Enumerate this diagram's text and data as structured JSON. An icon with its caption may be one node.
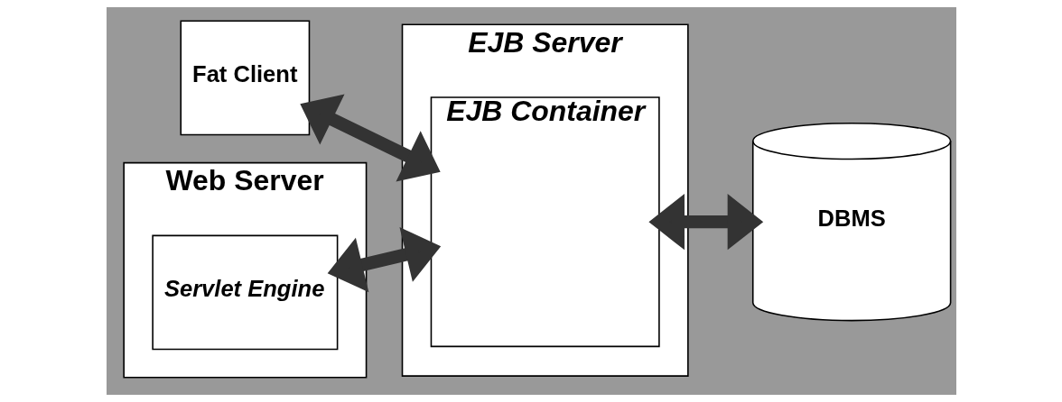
{
  "diagram": {
    "nodes": [
      {
        "text": [
          "EJB Server"
        ]
      },
      {
        "text": [
          "EJB Container"
        ],
        "in": 0
      },
      {
        "text": [
          "Fat Client"
        ]
      },
      {
        "text": [
          "Web Server"
        ]
      },
      {
        "text": [
          "Servlet Engine"
        ],
        "in": 3
      },
      {
        "text": [
          "DBMS"
        ]
      }
    ],
    "edges": [
      {
        "from": 2,
        "to": 1,
        "arrow": "both"
      },
      {
        "from": 4,
        "to": 1,
        "arrow": "both"
      },
      {
        "from": 1,
        "to": 5,
        "arrow": "both"
      }
    ]
  }
}
